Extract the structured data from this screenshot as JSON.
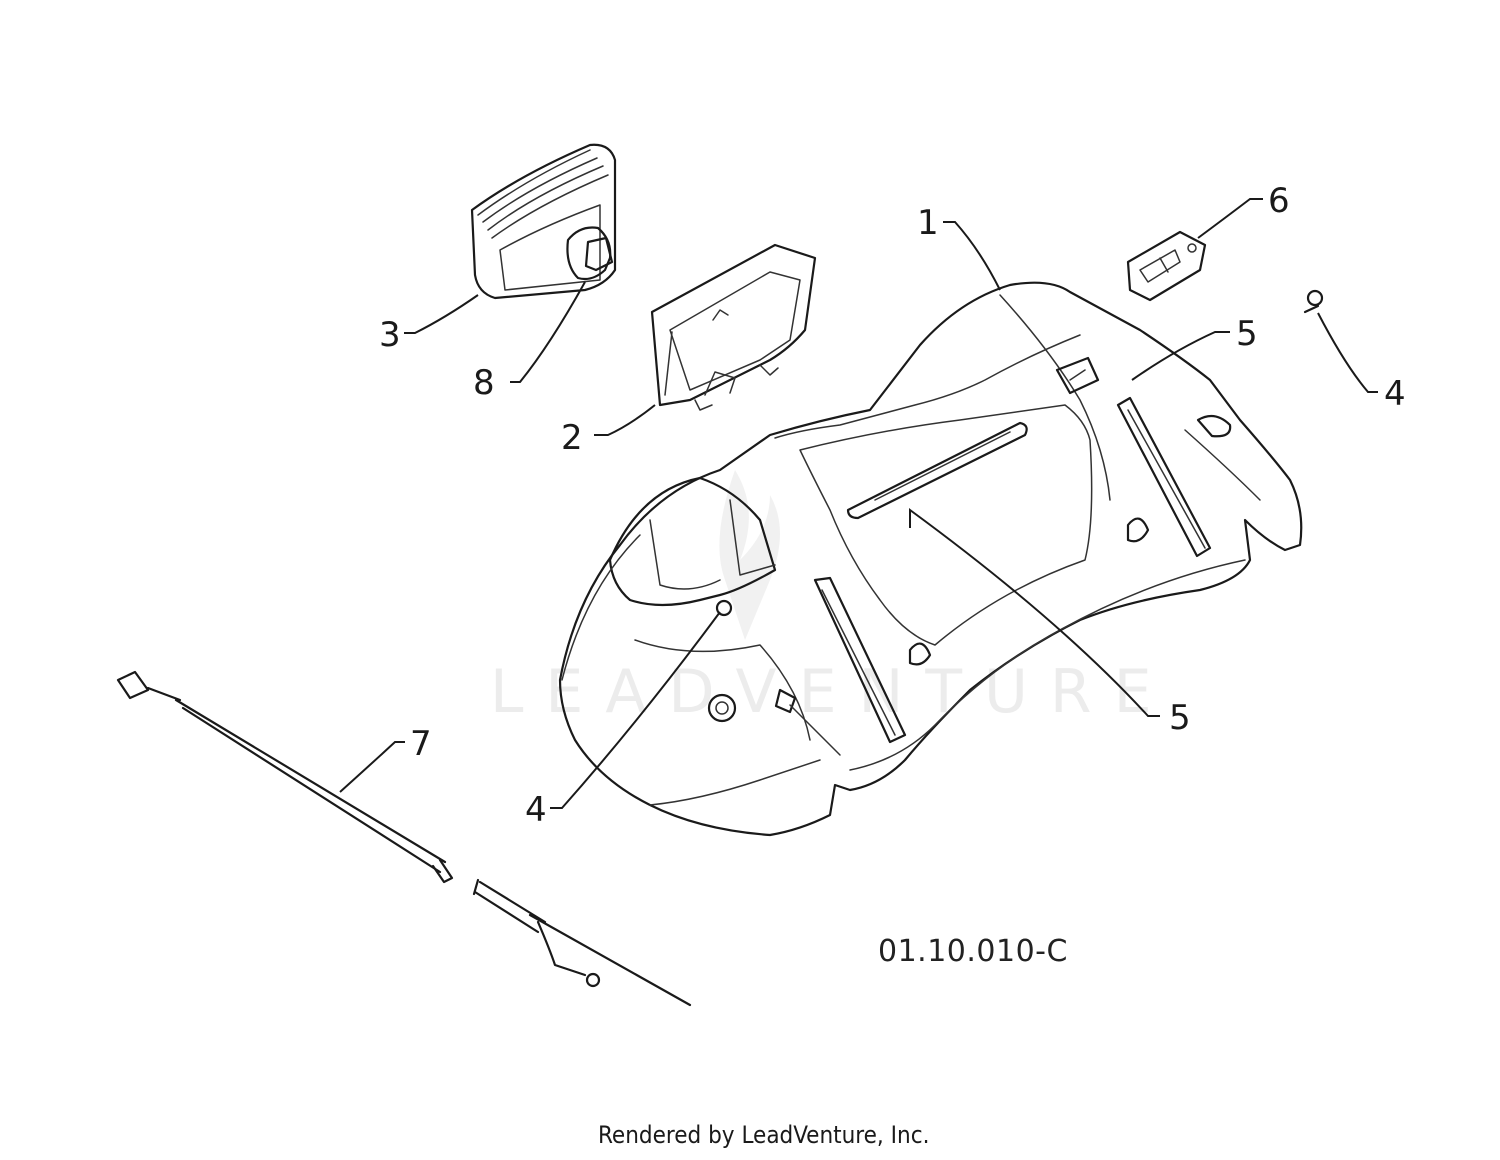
{
  "diagram": {
    "figure_id": "01.10.010-C",
    "credit": "Rendered by LeadVenture, Inc.",
    "watermark": "LEADVENTURE",
    "callouts": {
      "c1": "1",
      "c2": "2",
      "c3": "3",
      "c4a": "4",
      "c4b": "4",
      "c5a": "5",
      "c5b": "5",
      "c6": "6",
      "c7": "7",
      "c8": "8"
    }
  }
}
